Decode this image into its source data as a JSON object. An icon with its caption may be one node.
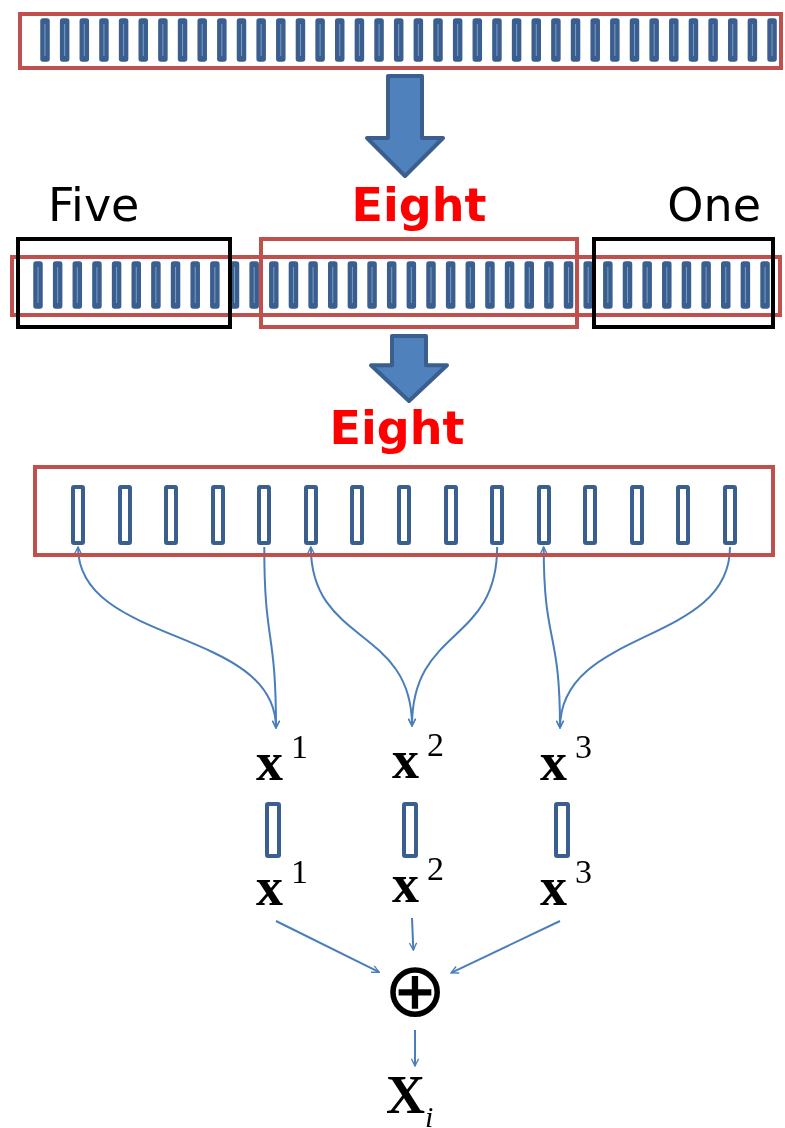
{
  "diagram": {
    "nodes": [
      {
        "text": [],
        "shape": "bar"
      },
      {
        "text": [],
        "shape": "bar"
      },
      {
        "text": [
          "Five"
        ]
      },
      {
        "text": [
          "Eight"
        ]
      },
      {
        "text": [
          "One"
        ]
      },
      {
        "text": [
          "Eight"
        ]
      },
      {
        "text": [],
        "shape": "bar",
        "in": 5
      },
      {
        "text": [],
        "shape": "bar",
        "in": 5
      },
      {
        "text": [],
        "shape": "bar",
        "in": 5
      },
      {
        "text": [],
        "shape": "bar",
        "in": 5
      },
      {
        "text": [],
        "shape": "bar",
        "in": 5
      },
      {
        "text": [],
        "shape": "bar",
        "in": 5
      },
      {
        "text": [],
        "shape": "bar",
        "in": 5
      },
      {
        "text": [],
        "shape": "bar",
        "in": 5
      },
      {
        "text": [],
        "shape": "bar",
        "in": 5
      },
      {
        "text": [],
        "shape": "bar",
        "in": 5
      },
      {
        "text": [],
        "shape": "bar",
        "in": 5
      },
      {
        "text": [],
        "shape": "bar",
        "in": 5
      },
      {
        "text": [],
        "shape": "bar",
        "in": 5
      },
      {
        "text": [],
        "shape": "bar",
        "in": 5
      },
      {
        "text": [],
        "shape": "bar",
        "in": 5
      },
      {
        "text": [
          "**x**$^{1}$"
        ]
      },
      {
        "text": [
          "**x**$^{2}$"
        ]
      },
      {
        "text": [
          "**x**$^{3}$"
        ]
      },
      {
        "text": [],
        "shape": "bar"
      },
      {
        "text": [],
        "shape": "bar"
      },
      {
        "text": [],
        "shape": "bar"
      },
      {
        "text": [
          "**x**$^{1}$"
        ]
      },
      {
        "text": [
          "**x**$^{2}$"
        ]
      },
      {
        "text": [
          "**x**$^{3}$"
        ]
      },
      {
        "text": [
          "⊕"
        ]
      },
      {
        "text": [
          "**X**$_{i}$"
        ]
      }
    ],
    "edges": [
      {
        "from": 0,
        "to": 3,
        "arrow": "to",
        "style": "thick"
      },
      {
        "from": 3,
        "to": 5,
        "arrow": "to",
        "style": "thick"
      },
      {
        "from": 6,
        "to": 21,
        "arrow": "both"
      },
      {
        "from": 10,
        "to": 21,
        "arrow": "to"
      },
      {
        "from": 11,
        "to": 22,
        "arrow": "both"
      },
      {
        "from": 15,
        "to": 22,
        "arrow": "to"
      },
      {
        "from": 16,
        "to": 23,
        "arrow": "both"
      },
      {
        "from": 20,
        "to": 23,
        "arrow": "to"
      },
      {
        "from": 27,
        "to": 30,
        "arrow": "to"
      },
      {
        "from": 28,
        "to": 30,
        "arrow": "to"
      },
      {
        "from": 29,
        "to": 30,
        "arrow": "to"
      },
      {
        "from": 30,
        "to": 31,
        "arrow": "to"
      }
    ]
  }
}
